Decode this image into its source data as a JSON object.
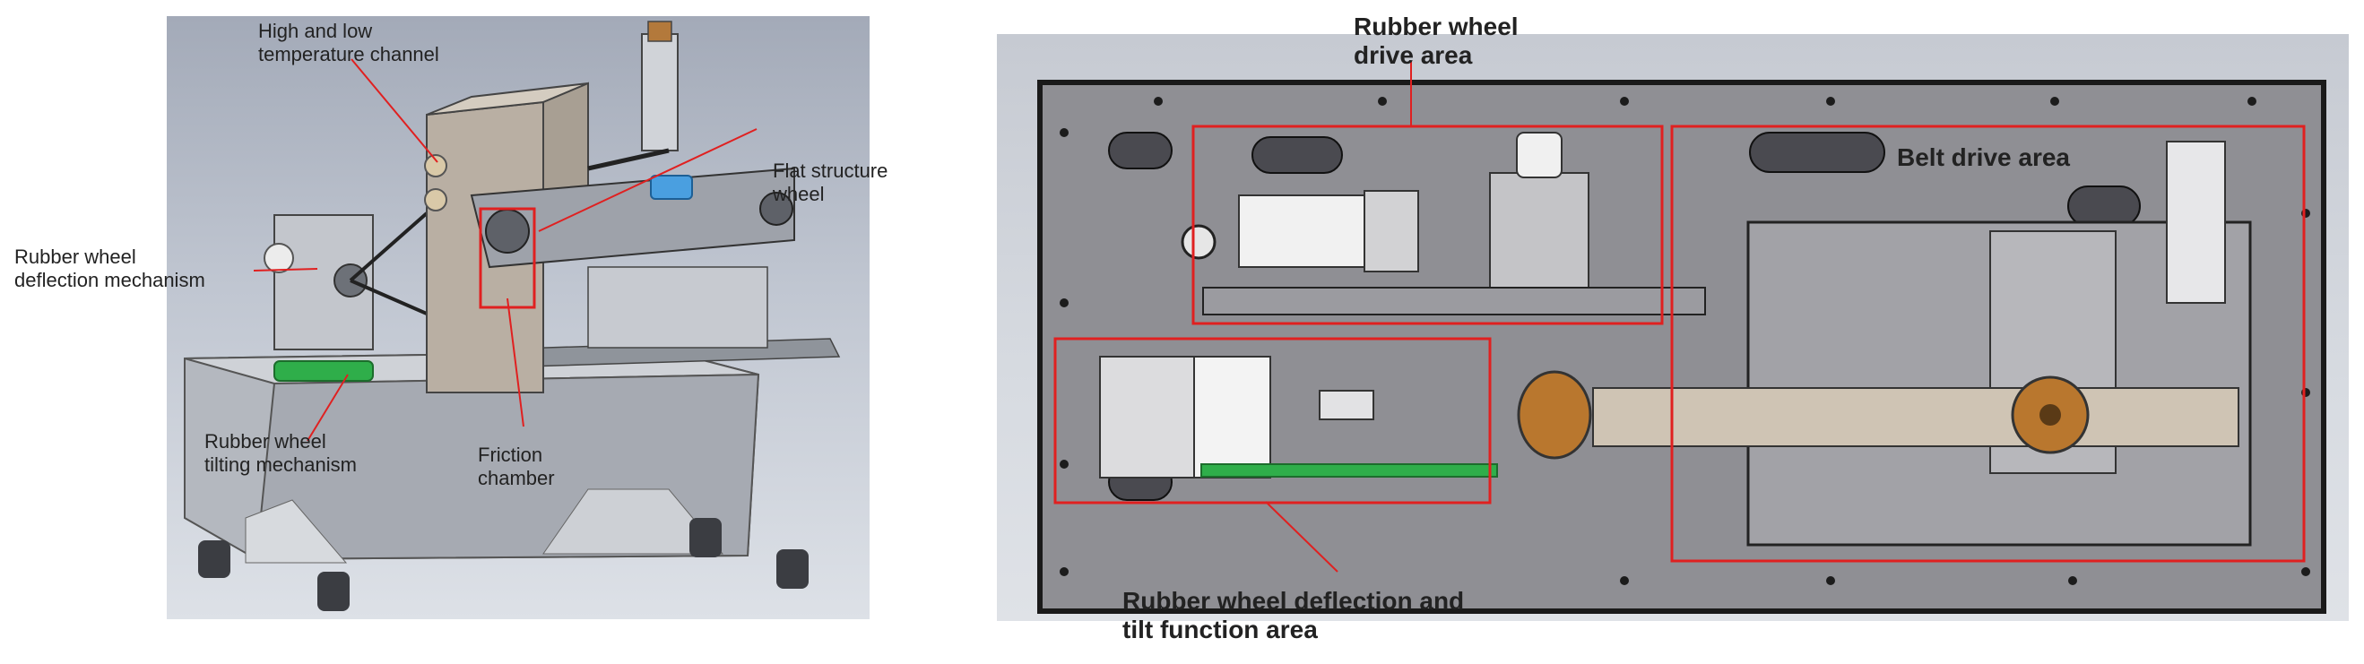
{
  "left_figure": {
    "labels": {
      "high_low_temp_channel": [
        "High and low",
        "temperature channel"
      ],
      "flat_structure_wheel": [
        "Flat structure",
        "wheel"
      ],
      "rubber_wheel_deflection_mechanism": [
        "Rubber wheel",
        "deflection mechanism"
      ],
      "rubber_wheel_tilting_mechanism": [
        "Rubber wheel",
        "tilting mechanism"
      ],
      "friction_chamber": [
        "Friction",
        "chamber"
      ]
    }
  },
  "right_figure": {
    "labels": {
      "rubber_wheel_drive_area": [
        "Rubber wheel",
        "drive area"
      ],
      "belt_drive_area": "Belt drive area",
      "deflection_tilt_area": [
        "Rubber wheel deflection and",
        "tilt function area"
      ]
    }
  },
  "colors": {
    "highlight": "#e02020",
    "green_part": "#2fae4a",
    "bronze_part": "#b9772e"
  }
}
